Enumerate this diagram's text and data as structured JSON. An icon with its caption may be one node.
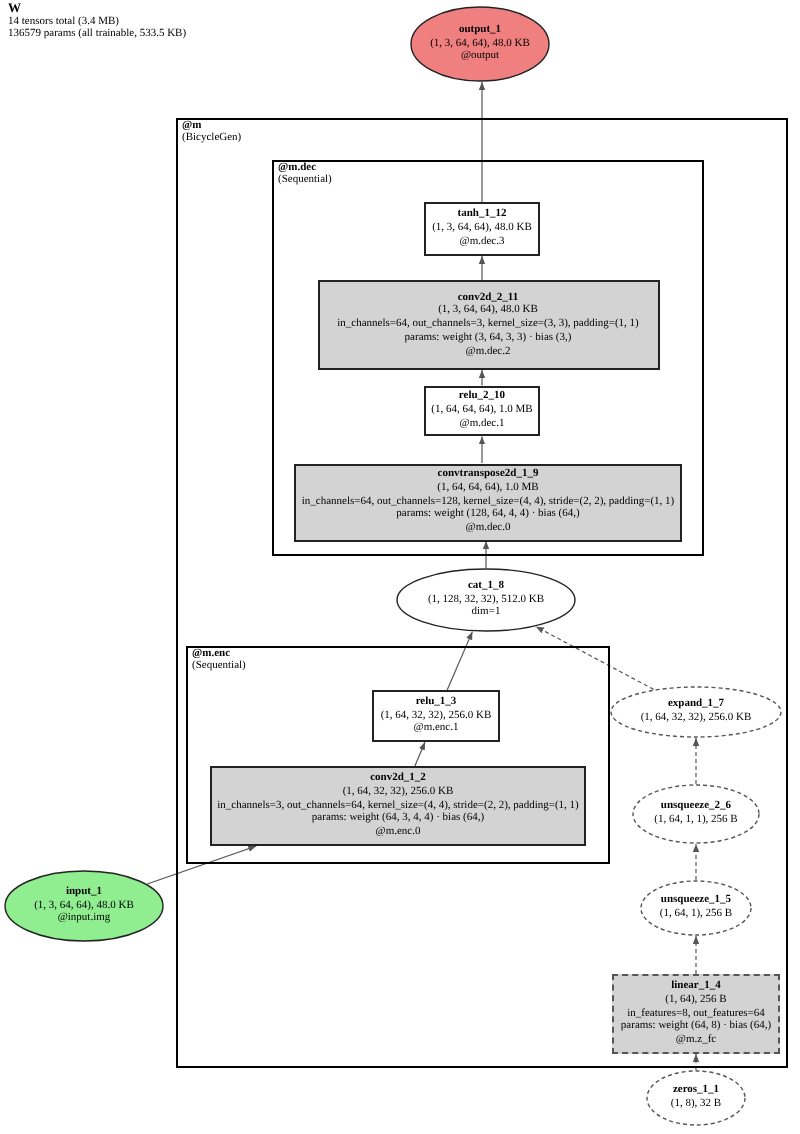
{
  "diagram": {
    "title": "W",
    "labels": [
      "14 tensors total (3.4 MB)",
      "136579 params (all trainable, 533.5 KB)"
    ],
    "nodes": [
      {
        "text": [
          "output_1",
          "(1, 3, 64, 64), 48.0 KB",
          "@output"
        ]
      },
      {
        "text": [
          "@m",
          "(BicycleGen)"
        ]
      },
      {
        "text": [
          "@m.dec",
          "(Sequential)"
        ],
        "in": 1
      },
      {
        "text": [
          "tanh_1_12",
          "(1, 3, 64, 64), 48.0 KB",
          "@m.dec.3"
        ],
        "in": 2
      },
      {
        "text": [
          "conv2d_2_11",
          "(1, 3, 64, 64), 48.0 KB",
          "in_channels=64, out_channels=3, kernel_size=(3, 3), padding=(1, 1)",
          "params: weight (3, 64, 3, 3) · bias (3,)",
          "@m.dec.2"
        ],
        "in": 2
      },
      {
        "text": [
          "relu_2_10",
          "(1, 64, 64, 64), 1.0 MB",
          "@m.dec.1"
        ],
        "in": 2
      },
      {
        "text": [
          "convtranspose2d_1_9",
          "(1, 64, 64, 64), 1.0 MB",
          "in_channels=64, out_channels=128, kernel_size=(4, 4), stride=(2, 2), padding=(1, 1)",
          "params: weight (128, 64, 4, 4) · bias (64,)",
          "@m.dec.0"
        ],
        "in": 2
      },
      {
        "text": [
          "cat_1_8",
          "(1, 128, 32, 32), 512.0 KB",
          "dim=1"
        ],
        "in": 1
      },
      {
        "text": [
          "@m.enc",
          "(Sequential)"
        ],
        "in": 1
      },
      {
        "text": [
          "relu_1_3",
          "(1, 64, 32, 32), 256.0 KB",
          "@m.enc.1"
        ],
        "in": 8
      },
      {
        "text": [
          "expand_1_7",
          "(1, 64, 32, 32), 256.0 KB"
        ],
        "in": 1
      },
      {
        "text": [
          "conv2d_1_2",
          "(1, 64, 32, 32), 256.0 KB",
          "in_channels=3, out_channels=64, kernel_size=(4, 4), stride=(2, 2), padding=(1, 1)",
          "params: weight (64, 3, 4, 4) · bias (64,)",
          "@m.enc.0"
        ],
        "in": 8
      },
      {
        "text": [
          "unsqueeze_2_6",
          "(1, 64, 1, 1), 256 B"
        ],
        "in": 1
      },
      {
        "text": [
          "input_1",
          "(1, 3, 64, 64), 48.0 KB",
          "@input.img"
        ]
      },
      {
        "text": [
          "unsqueeze_1_5",
          "(1, 64, 1), 256 B"
        ],
        "in": 1
      },
      {
        "text": [
          "linear_1_4",
          "(1, 64), 256 B",
          "in_features=8, out_features=64",
          "params: weight (64, 8) · bias (64,)",
          "@m.z_fc"
        ],
        "in": 1
      },
      {
        "text": [
          "zeros_1_1",
          "(1, 8), 32 B"
        ]
      }
    ],
    "edges": [
      {
        "from": 16,
        "to": 15,
        "arrow": "to",
        "style": "dashed"
      },
      {
        "from": 15,
        "to": 14,
        "arrow": "to",
        "style": "dashed"
      },
      {
        "from": 14,
        "to": 12,
        "arrow": "to",
        "style": "dashed"
      },
      {
        "from": 12,
        "to": 10,
        "arrow": "to",
        "style": "dashed"
      },
      {
        "from": 10,
        "to": 7,
        "arrow": "to",
        "style": "dashed"
      },
      {
        "from": 13,
        "to": 11,
        "arrow": "to"
      },
      {
        "from": 11,
        "to": 9,
        "arrow": "to"
      },
      {
        "from": 9,
        "to": 7,
        "arrow": "to"
      },
      {
        "from": 7,
        "to": 6,
        "arrow": "to"
      },
      {
        "from": 6,
        "to": 5,
        "arrow": "to"
      },
      {
        "from": 5,
        "to": 4,
        "arrow": "to"
      },
      {
        "from": 4,
        "to": 3,
        "arrow": "to"
      },
      {
        "from": 3,
        "to": 0,
        "arrow": "to"
      }
    ]
  }
}
